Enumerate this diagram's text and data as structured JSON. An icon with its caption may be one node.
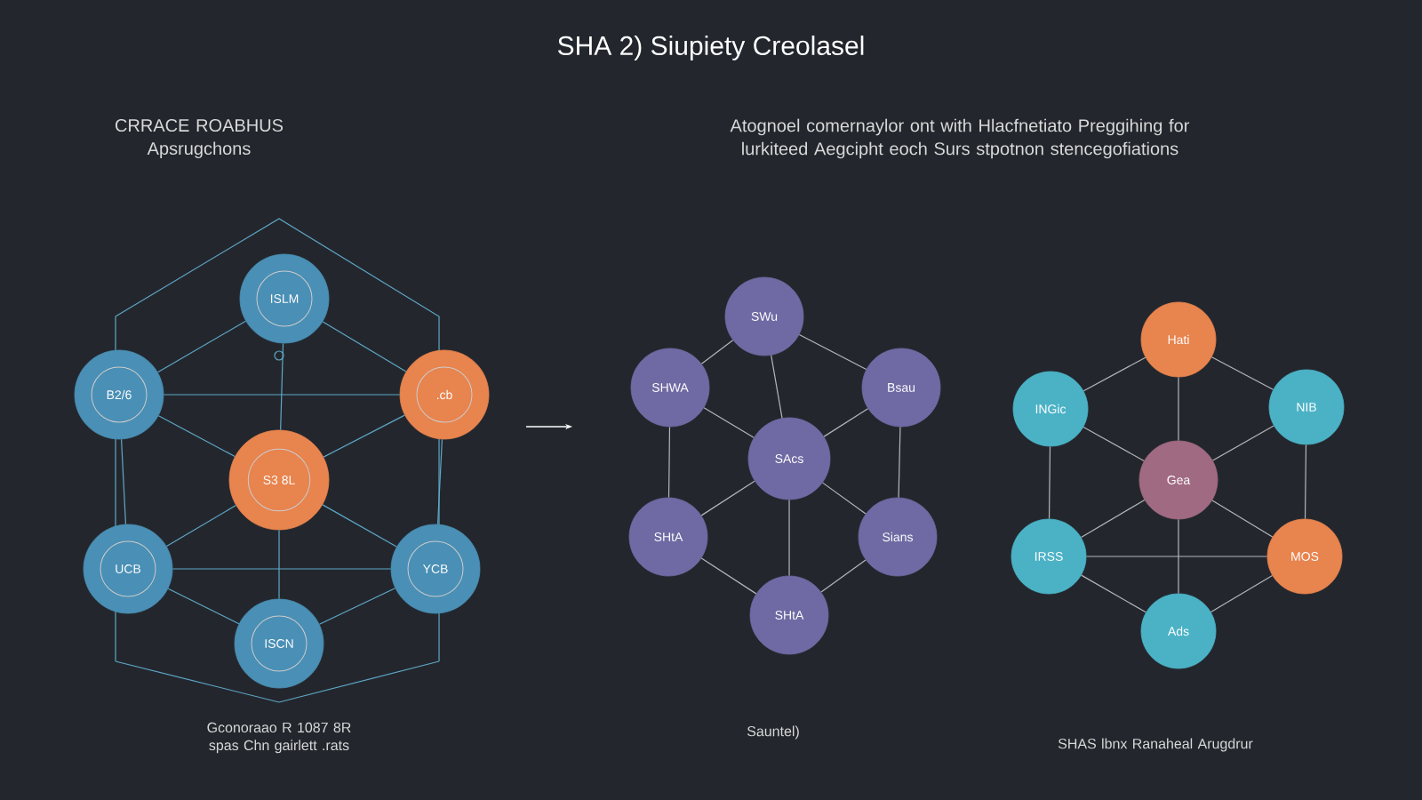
{
  "diagram": {
    "title": "SHA 2) Siupiety Creolasel",
    "nodes": [
      {
        "text": [
          "ISLM"
        ]
      },
      {
        "text": [
          "B2/6"
        ]
      },
      {
        "text": [
          ".cb"
        ]
      },
      {
        "text": [
          "S3 8L"
        ]
      },
      {
        "text": [
          "UCB"
        ]
      },
      {
        "text": [
          "YCB"
        ]
      },
      {
        "text": [
          "ISCN"
        ]
      },
      {
        "text": [
          "SWu"
        ]
      },
      {
        "text": [
          "SHWA"
        ]
      },
      {
        "text": [
          "Bsau"
        ]
      },
      {
        "text": [
          "SAcs"
        ]
      },
      {
        "text": [
          "SHtA"
        ]
      },
      {
        "text": [
          "Sians"
        ]
      },
      {
        "text": [
          "SHtA"
        ]
      },
      {
        "text": [
          "Hati"
        ]
      },
      {
        "text": [
          "INGic"
        ]
      },
      {
        "text": [
          "NIB"
        ]
      },
      {
        "text": [
          "Gea"
        ]
      },
      {
        "text": [
          "IRSS"
        ]
      },
      {
        "text": [
          "MOS"
        ]
      },
      {
        "text": [
          "Ads"
        ]
      }
    ],
    "edges": [
      {
        "from": 0,
        "to": 1,
        "arrow": "none",
        "color": "#5fa8c8"
      },
      {
        "from": 0,
        "to": 2,
        "arrow": "none",
        "color": "#5fa8c8"
      },
      {
        "from": 1,
        "to": 4,
        "arrow": "none",
        "color": "#5fa8c8"
      },
      {
        "from": 2,
        "to": 5,
        "arrow": "none",
        "color": "#5fa8c8"
      },
      {
        "from": 4,
        "to": 6,
        "arrow": "none",
        "color": "#5fa8c8"
      },
      {
        "from": 5,
        "to": 6,
        "arrow": "none",
        "color": "#5fa8c8"
      },
      {
        "from": 3,
        "to": 0,
        "arrow": "none",
        "color": "#5fa8c8"
      },
      {
        "from": 3,
        "to": 1,
        "arrow": "none",
        "color": "#5fa8c8"
      },
      {
        "from": 3,
        "to": 2,
        "arrow": "none",
        "color": "#5fa8c8"
      },
      {
        "from": 3,
        "to": 4,
        "arrow": "none",
        "color": "#5fa8c8"
      },
      {
        "from": 3,
        "to": 5,
        "arrow": "none",
        "color": "#5fa8c8"
      },
      {
        "from": 3,
        "to": 6,
        "arrow": "none",
        "color": "#5fa8c8"
      },
      {
        "from": 1,
        "to": 2,
        "arrow": "none",
        "color": "#5fa8c8"
      },
      {
        "from": 4,
        "to": 5,
        "arrow": "none",
        "color": "#5fa8c8"
      },
      {
        "from": 7,
        "to": 8,
        "arrow": "none"
      },
      {
        "from": 7,
        "to": 9,
        "arrow": "none"
      },
      {
        "from": 8,
        "to": 11,
        "arrow": "none"
      },
      {
        "from": 9,
        "to": 12,
        "arrow": "none"
      },
      {
        "from": 11,
        "to": 13,
        "arrow": "none"
      },
      {
        "from": 12,
        "to": 13,
        "arrow": "none"
      },
      {
        "from": 10,
        "to": 7,
        "arrow": "none"
      },
      {
        "from": 10,
        "to": 8,
        "arrow": "none"
      },
      {
        "from": 10,
        "to": 9,
        "arrow": "none"
      },
      {
        "from": 10,
        "to": 11,
        "arrow": "none"
      },
      {
        "from": 10,
        "to": 12,
        "arrow": "none"
      },
      {
        "from": 10,
        "to": 13,
        "arrow": "none"
      },
      {
        "from": 14,
        "to": 15,
        "arrow": "none"
      },
      {
        "from": 14,
        "to": 16,
        "arrow": "none"
      },
      {
        "from": 15,
        "to": 18,
        "arrow": "none"
      },
      {
        "from": 16,
        "to": 19,
        "arrow": "none"
      },
      {
        "from": 18,
        "to": 20,
        "arrow": "none"
      },
      {
        "from": 19,
        "to": 20,
        "arrow": "none"
      },
      {
        "from": 17,
        "to": 14,
        "arrow": "none"
      },
      {
        "from": 17,
        "to": 15,
        "arrow": "none"
      },
      {
        "from": 17,
        "to": 16,
        "arrow": "none"
      },
      {
        "from": 17,
        "to": 18,
        "arrow": "none"
      },
      {
        "from": 17,
        "to": 19,
        "arrow": "none"
      },
      {
        "from": 17,
        "to": 20,
        "arrow": "none"
      },
      {
        "from": 18,
        "to": 19,
        "arrow": "none"
      }
    ],
    "labels": [
      "CRRACE ROABHUS Apsrugchons",
      "Atognoel comernaylor ont with Hlacfnetiato Preggihing for lurkiteed Aegcipht eoch Surs stpotnon stencegofiations",
      "Gconoraao R 1087 8R spas Chn gairlett .rats",
      "Sauntel)",
      "SHAS lbnx Ranaheal Arugdrur"
    ]
  }
}
